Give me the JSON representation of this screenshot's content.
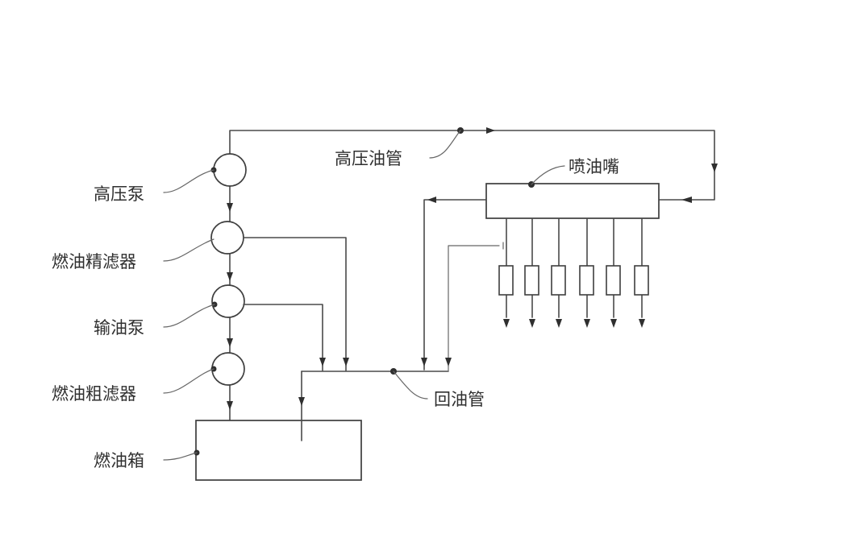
{
  "labels": {
    "high_pressure_pump": "高压泵",
    "fuel_fine_filter": "燃油精滤器",
    "transfer_pump": "输油泵",
    "fuel_coarse_filter": "燃油粗滤器",
    "fuel_tank": "燃油箱",
    "high_pressure_pipe": "高压油管",
    "injector": "喷油嘴",
    "return_pipe": "回油管"
  },
  "colors": {
    "line": "#4a4a4a",
    "text": "#2f2f2f",
    "background": "#ffffff"
  }
}
